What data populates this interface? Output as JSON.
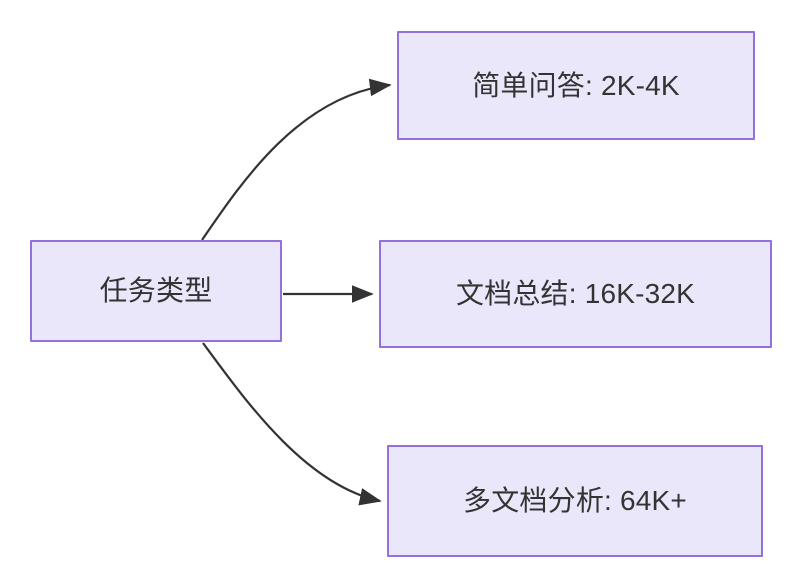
{
  "diagram": {
    "type": "flowchart",
    "direction": "left-to-right",
    "background_color": "#ffffff",
    "node_fill_color": "#eae7fa",
    "node_border_color": "#9370db",
    "text_color": "#333333",
    "edge_color": "#333333",
    "root": {
      "id": "root",
      "label": "任务类型"
    },
    "branches": [
      {
        "id": "b0",
        "label": "简单问答: 2K-4K",
        "task": "简单问答",
        "context_length": "2K-4K"
      },
      {
        "id": "b1",
        "label": "文档总结: 16K-32K",
        "task": "文档总结",
        "context_length": "16K-32K"
      },
      {
        "id": "b2",
        "label": "多文档分析: 64K+",
        "task": "多文档分析",
        "context_length": "64K+"
      }
    ],
    "edges": [
      {
        "id": "edge-root-b0",
        "from": "root",
        "to": "b0",
        "label": "",
        "style": "curved-arrow"
      },
      {
        "id": "edge-root-b1",
        "from": "root",
        "to": "b1",
        "label": "",
        "style": "straight-arrow"
      },
      {
        "id": "edge-root-b2",
        "from": "root",
        "to": "b2",
        "label": "",
        "style": "curved-arrow"
      }
    ]
  }
}
